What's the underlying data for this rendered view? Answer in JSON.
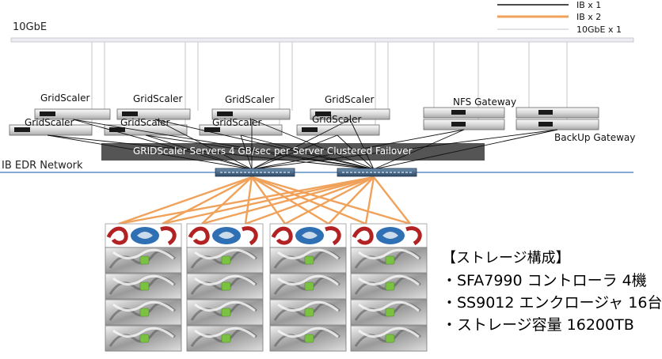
{
  "legend": {
    "ib1": "IB x 1",
    "ib2": "IB x 2",
    "tengbe": "10GbE x 1",
    "colors": {
      "ib1": "#111111",
      "ib2": "#f0a15a",
      "tengbe": "#cfcfd6"
    }
  },
  "network": {
    "tengbe_label": "10GbE",
    "ib_label": "IB EDR Network",
    "ib_line_color": "#5b8ec7"
  },
  "servers": {
    "gridscaler_label": "GridScaler",
    "nfs_label": "NFS Gateway",
    "backup_label": "BackUp Gateway"
  },
  "banner": {
    "text": "GRIDScaler  Servers 4 GB/sec per Server Clustered Failover",
    "color": "#555555"
  },
  "storage": {
    "heading": "【ストレージ構成】",
    "lines": [
      "・SFA7990 コントローラ  4機",
      "・SS9012 エンクロージャ 16台",
      "・ストレージ容量 16200TB"
    ]
  }
}
